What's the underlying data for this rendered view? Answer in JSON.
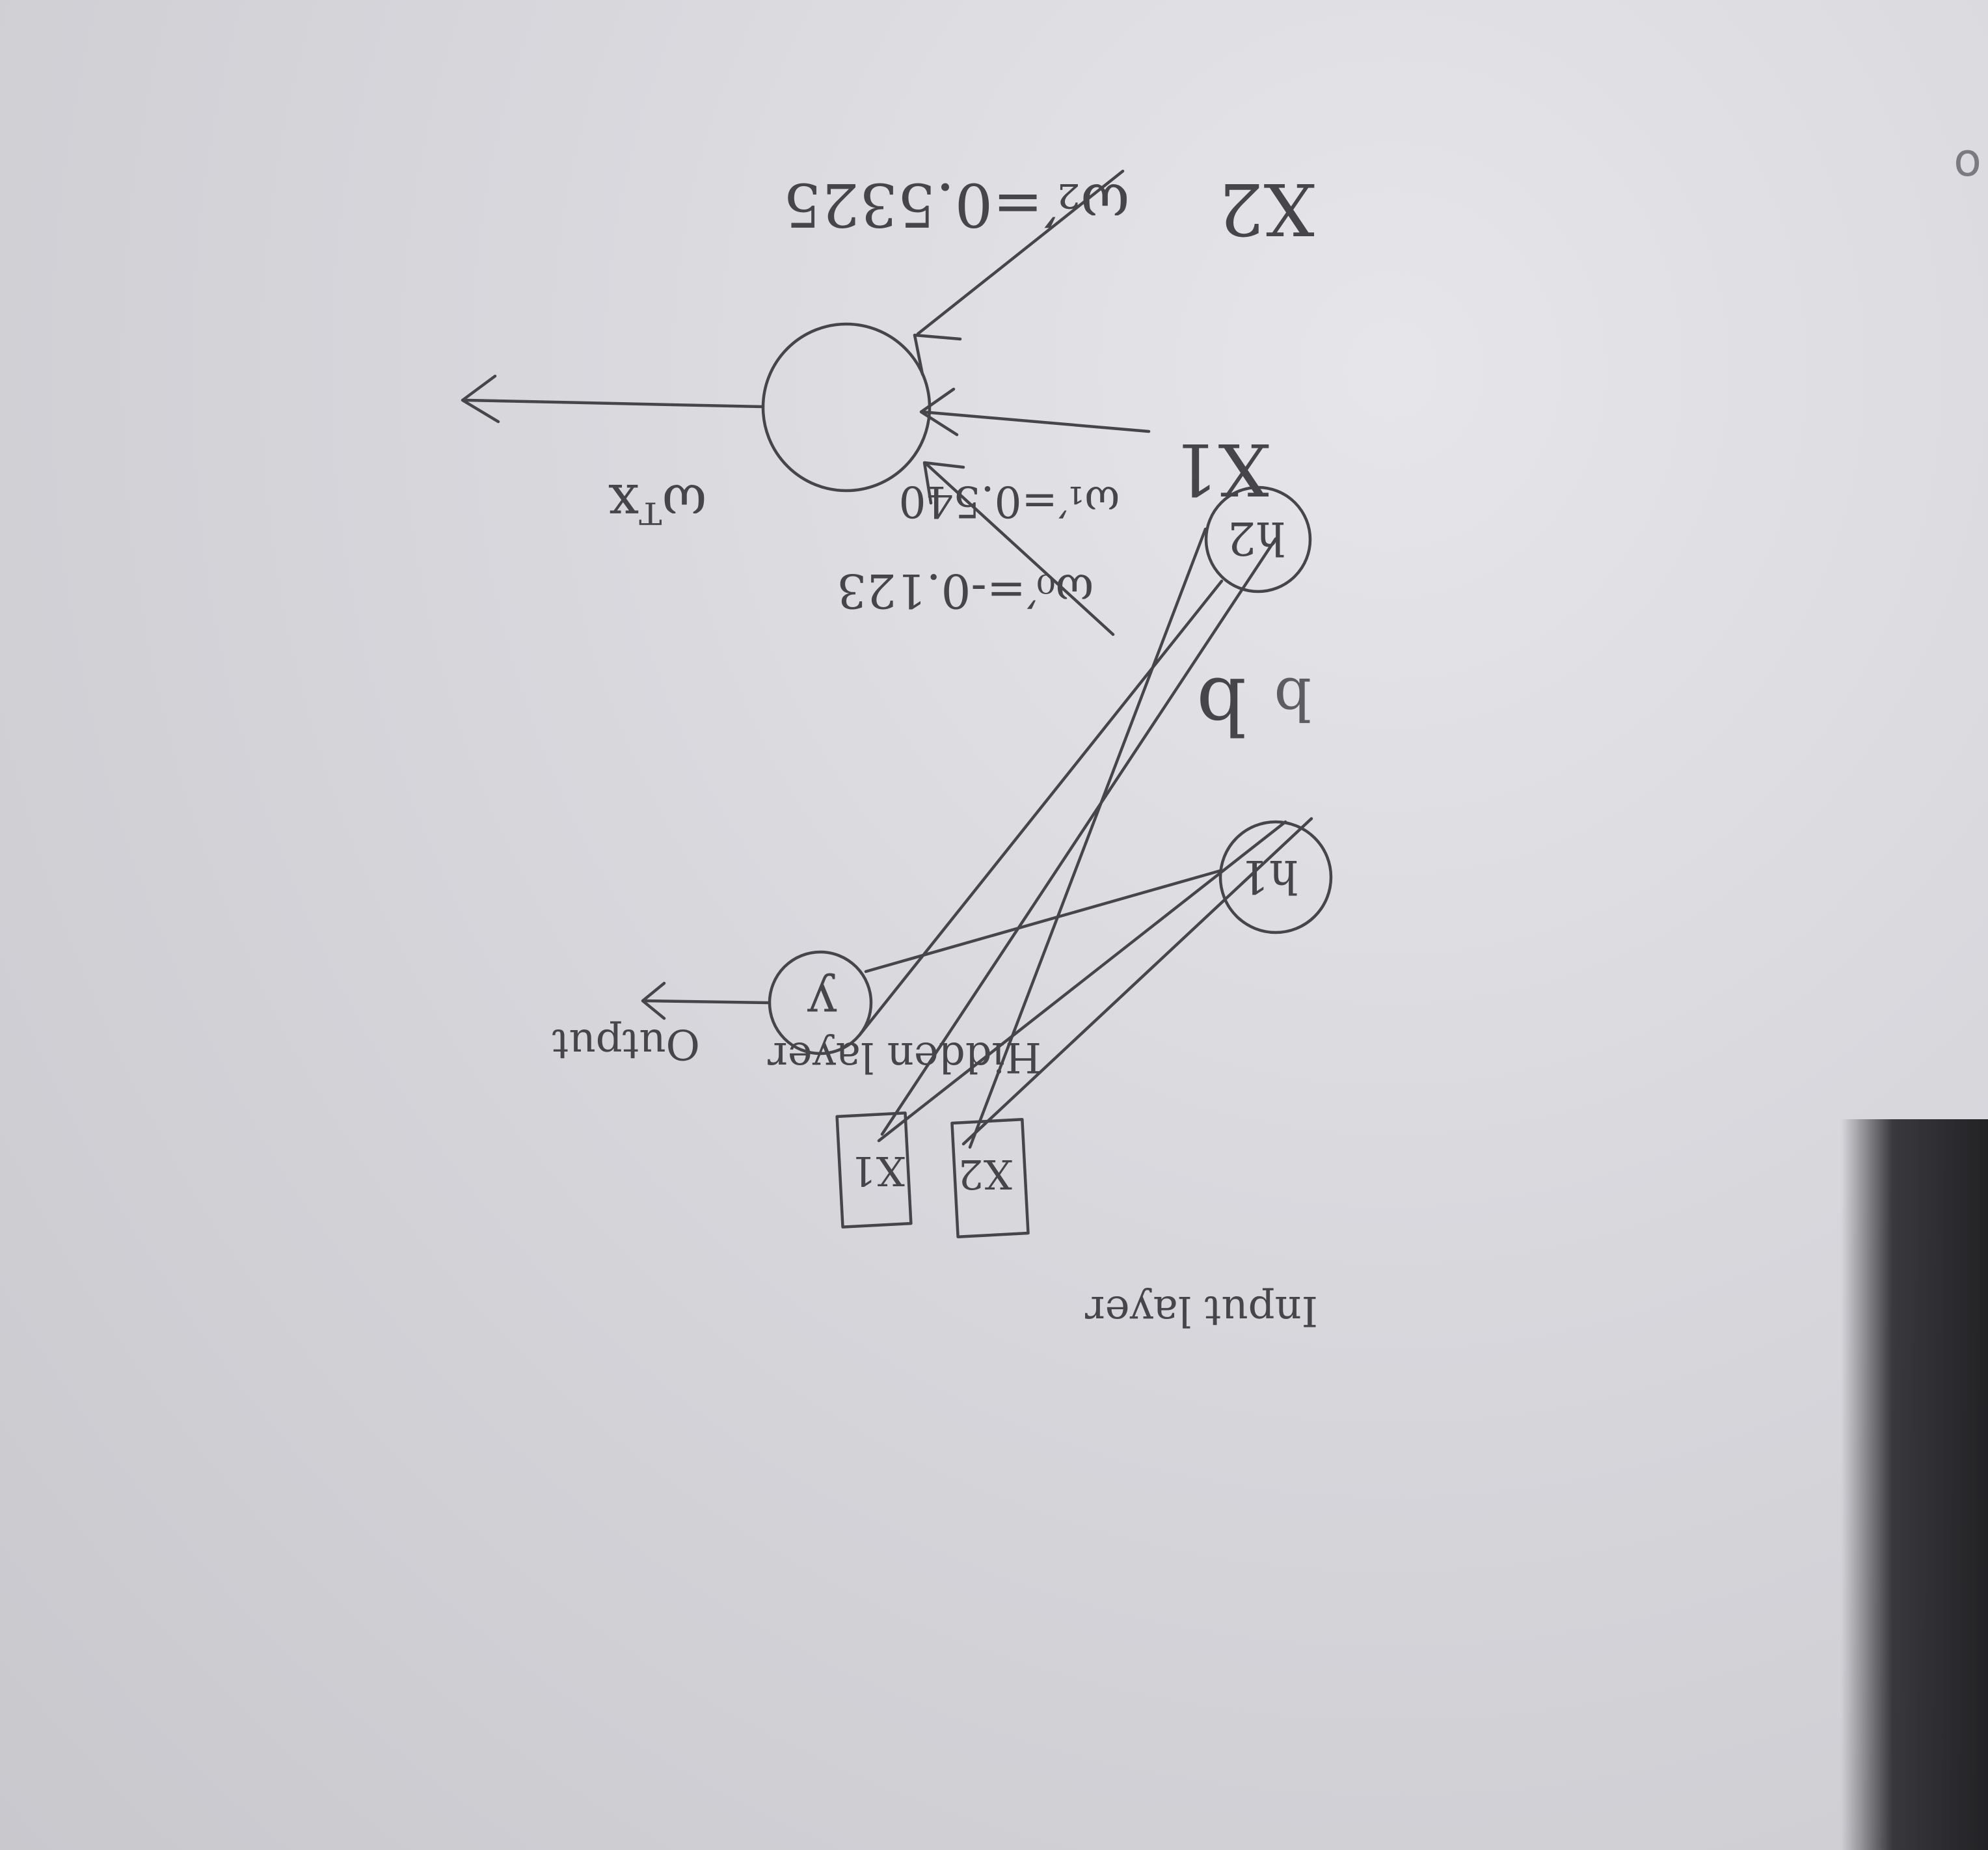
{
  "top_diagram": {
    "inputs": {
      "x2": "X2",
      "x1": "X1",
      "b": "b",
      "b_scribble": "b"
    },
    "weights": {
      "w2": "ω₂′=0.5325",
      "w1": "ω₁′=0.540",
      "w0": "ω₀′=-0.123"
    },
    "output_label": "ωᵀx"
  },
  "bottom_diagram": {
    "inputs": [
      "X1",
      "X2"
    ],
    "hidden": [
      "h1",
      "h2"
    ],
    "output_node": "y",
    "output_label": "Output",
    "layer_labels": {
      "input": "Input layer",
      "hidden": "Hidden layer"
    }
  },
  "corner_mark": "o"
}
